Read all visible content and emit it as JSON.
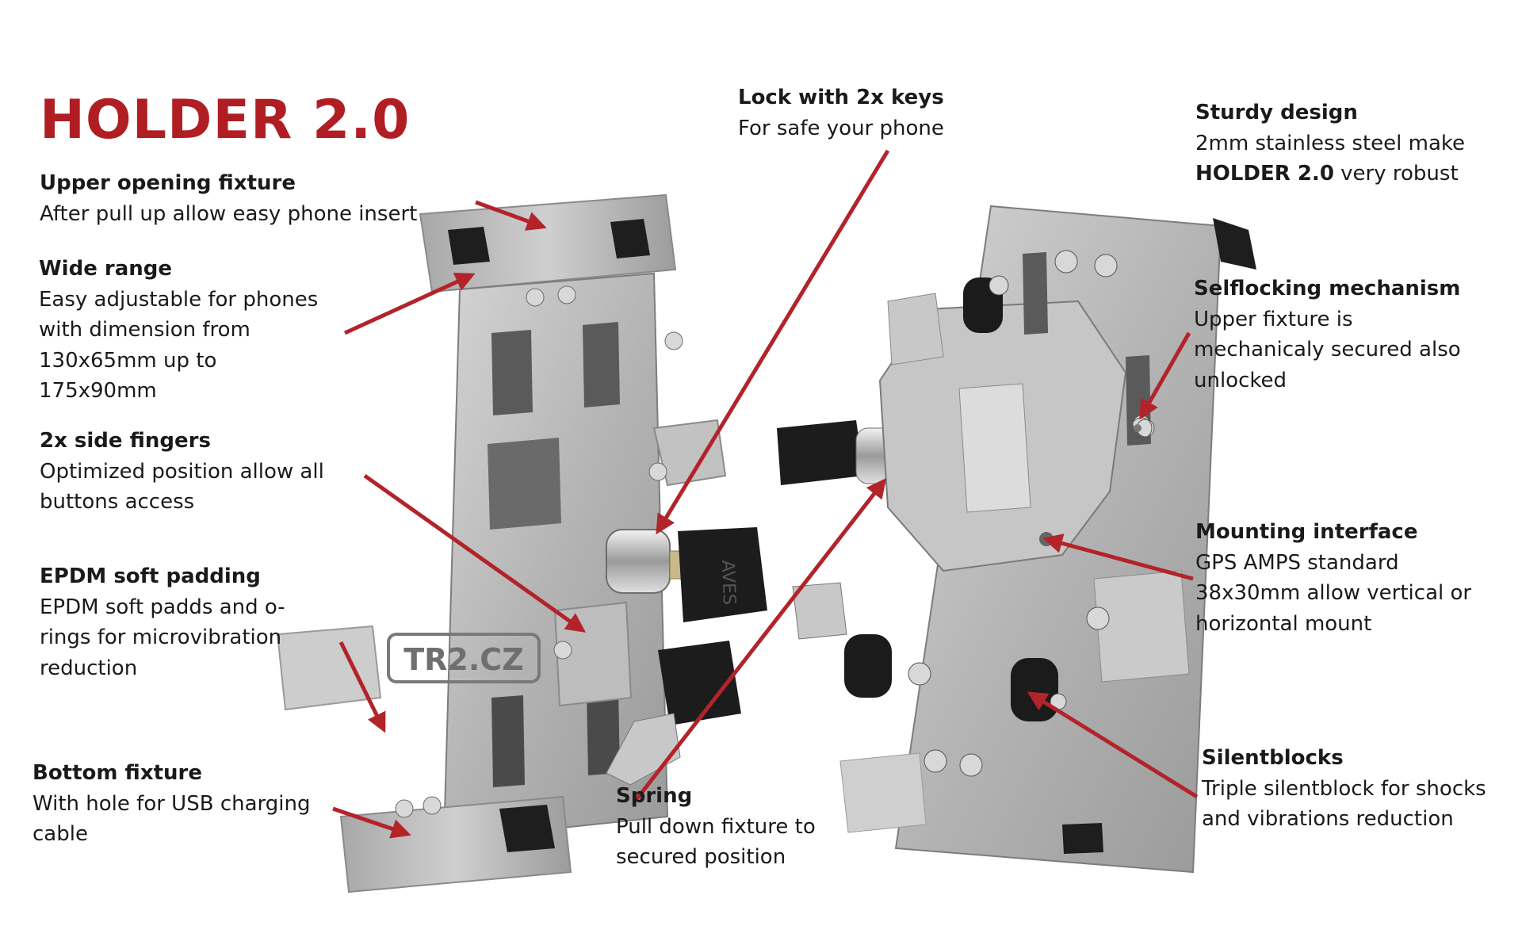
{
  "title": "HOLDER 2.0",
  "accent_color": "#b01e23",
  "arrow_color": "#b3232a",
  "callouts": {
    "upper": {
      "heading": "Upper opening fixture",
      "lines": [
        "After pull up allow easy phone insert"
      ]
    },
    "wide": {
      "heading": "Wide range",
      "lines": [
        "Easy adjustable for phones",
        "with dimension  from",
        "130x65mm  up to",
        "175x90mm"
      ]
    },
    "fingers": {
      "heading": "2x side fingers",
      "lines": [
        "Optimized position  allow all",
        "buttons access"
      ]
    },
    "epdm": {
      "heading": "EPDM soft padding",
      "lines": [
        "EPDM soft padds and o-",
        "rings for microvibration",
        "reduction"
      ]
    },
    "bottom": {
      "heading": "Bottom fixture",
      "lines": [
        "With hole for USB charging",
        "cable"
      ]
    },
    "lock": {
      "heading": "Lock with 2x keys",
      "lines": [
        "For safe your phone"
      ]
    },
    "spring": {
      "heading": "Spring",
      "lines": [
        "Pull down fixture to",
        "secured position"
      ]
    },
    "sturdy": {
      "heading": "Sturdy design",
      "line1": "2mm stainless steel make",
      "line2_bold": "HOLDER 2.0",
      "line2_rest": " very robust"
    },
    "selflock": {
      "heading": "Selflocking mechanism",
      "lines": [
        "Upper fixture is",
        "mechanicaly secured also",
        "unlocked"
      ]
    },
    "mount": {
      "heading": "Mounting interface",
      "lines": [
        "GPS AMPS  standard",
        "38x30mm  allow vertical or",
        "horizontal  mount"
      ]
    },
    "silent": {
      "heading": "Silentblocks",
      "lines": [
        "Triple silentblock for shocks",
        "and vibrations reduction"
      ]
    }
  },
  "illustration": {
    "stamp_text": "TR2.CZ",
    "key_text": "AVES"
  }
}
